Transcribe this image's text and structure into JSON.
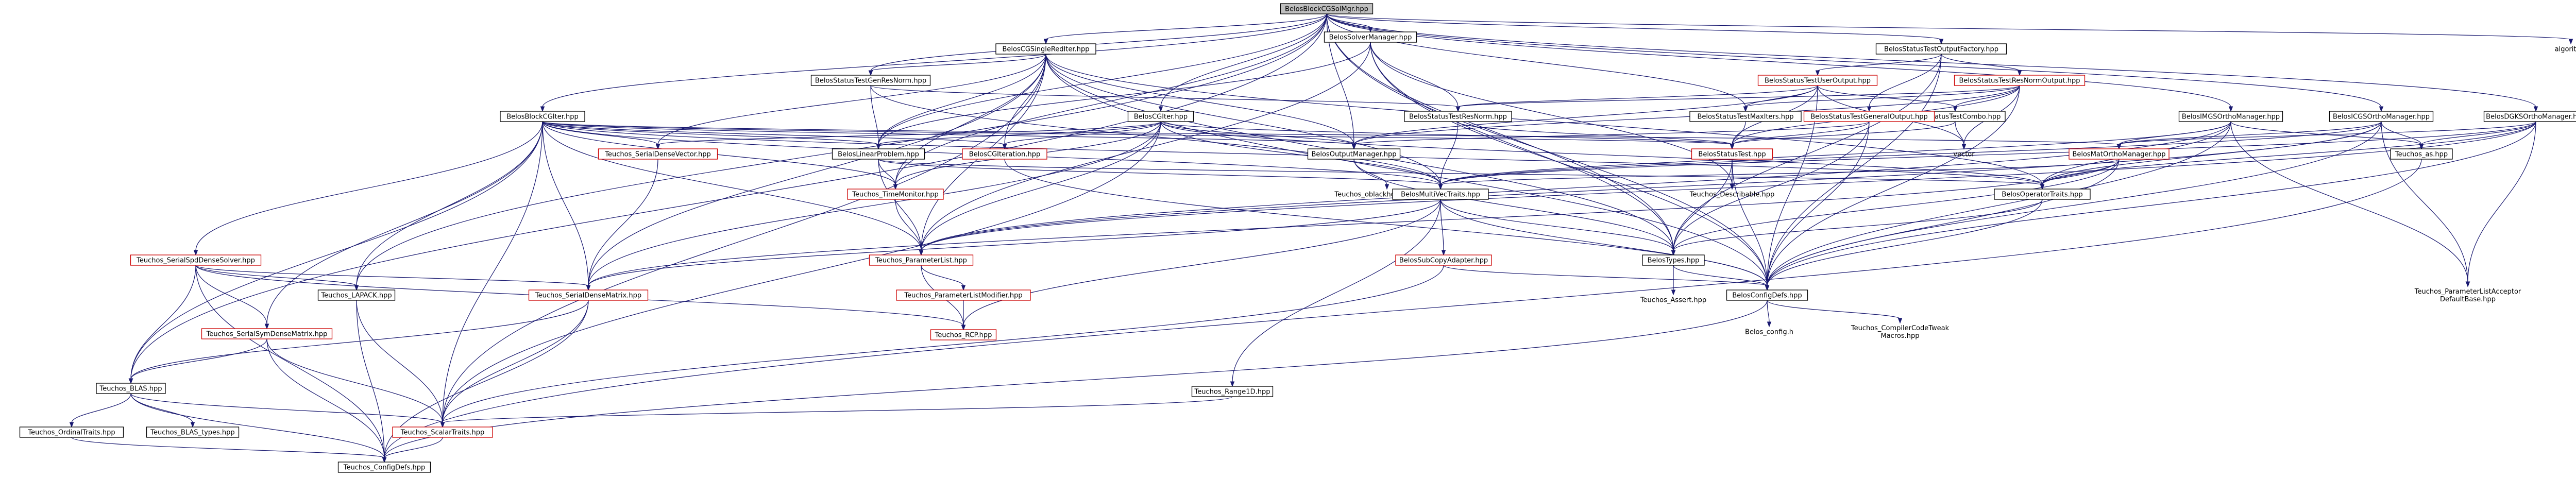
{
  "graph": {
    "nodes": [
      {
        "id": "root",
        "label": [
          "BelosBlockCGSolMgr.hpp"
        ],
        "style": "gray",
        "link": false
      },
      {
        "id": "cgsingle",
        "label": [
          "BelosCGSingleRedIter.hpp"
        ],
        "style": "black",
        "link": true
      },
      {
        "id": "solvermanager",
        "label": [
          "BelosSolverManager.hpp"
        ],
        "style": "black",
        "link": true
      },
      {
        "id": "outfactory",
        "label": [
          "BelosStatusTestOutputFactory.hpp"
        ],
        "style": "black",
        "link": true
      },
      {
        "id": "algorithm",
        "label": [
          "algorithm"
        ],
        "style": "plain",
        "link": false
      },
      {
        "id": "blockcg",
        "label": [
          "BelosBlockCGIter.hpp"
        ],
        "style": "black",
        "link": true
      },
      {
        "id": "genresnorm",
        "label": [
          "BelosStatusTestGenResNorm.hpp"
        ],
        "style": "black",
        "link": true
      },
      {
        "id": "cgiter",
        "label": [
          "BelosCGIter.hpp"
        ],
        "style": "black",
        "link": true
      },
      {
        "id": "resnorm",
        "label": [
          "BelosStatusTestResNorm.hpp"
        ],
        "style": "black",
        "link": true
      },
      {
        "id": "useroutput",
        "label": [
          "BelosStatusTestUserOutput.hpp"
        ],
        "style": "red",
        "link": true
      },
      {
        "id": "resnormoutput",
        "label": [
          "BelosStatusTestResNormOutput.hpp"
        ],
        "style": "red",
        "link": true
      },
      {
        "id": "maxiters",
        "label": [
          "BelosStatusTestMaxIters.hpp"
        ],
        "style": "black",
        "link": true
      },
      {
        "id": "combo",
        "label": [
          "BelosStatusTestCombo.hpp"
        ],
        "style": "black",
        "link": true
      },
      {
        "id": "genoutput",
        "label": [
          "BelosStatusTestGeneralOutput.hpp"
        ],
        "style": "red",
        "link": true
      },
      {
        "id": "vector",
        "label": [
          "vector"
        ],
        "style": "plain",
        "link": false
      },
      {
        "id": "imgs",
        "label": [
          "BelosIMGSOrthoManager.hpp"
        ],
        "style": "black",
        "link": true
      },
      {
        "id": "icgs",
        "label": [
          "BelosICGSOrthoManager.hpp"
        ],
        "style": "black",
        "link": true
      },
      {
        "id": "dgks",
        "label": [
          "BelosDGKSOrthoManager.hpp"
        ],
        "style": "black",
        "link": true
      },
      {
        "id": "serialdensevec",
        "label": [
          "Teuchos_SerialDenseVector.hpp"
        ],
        "style": "red",
        "link": true
      },
      {
        "id": "linearproblem",
        "label": [
          "BelosLinearProblem.hpp"
        ],
        "style": "black",
        "link": true
      },
      {
        "id": "cgiteration",
        "label": [
          "BelosCGIteration.hpp"
        ],
        "style": "red",
        "link": true
      },
      {
        "id": "outputmanager",
        "label": [
          "BelosOutputManager.hpp"
        ],
        "style": "black",
        "link": true
      },
      {
        "id": "statustest",
        "label": [
          "BelosStatusTest.hpp"
        ],
        "style": "red",
        "link": true
      },
      {
        "id": "matortho",
        "label": [
          "BelosMatOrthoManager.hpp"
        ],
        "style": "red",
        "link": true
      },
      {
        "id": "asstring",
        "label": [
          "Teuchos_as.hpp"
        ],
        "style": "black",
        "link": true
      },
      {
        "id": "timemonitor",
        "label": [
          "Teuchos_TimeMonitor.hpp"
        ],
        "style": "red",
        "link": true
      },
      {
        "id": "oblackholestream",
        "label": [
          "Teuchos_oblackholestream.hpp"
        ],
        "style": "plain",
        "link": false
      },
      {
        "id": "describable",
        "label": [
          "Teuchos_Describable.hpp"
        ],
        "style": "plain",
        "link": false
      },
      {
        "id": "multivectraits",
        "label": [
          "BelosMultiVecTraits.hpp"
        ],
        "style": "black",
        "link": true
      },
      {
        "id": "operatortraits",
        "label": [
          "BelosOperatorTraits.hpp"
        ],
        "style": "black",
        "link": true
      },
      {
        "id": "serialspd",
        "label": [
          "Teuchos_SerialSpdDenseSolver.hpp"
        ],
        "style": "red",
        "link": true
      },
      {
        "id": "paramlist",
        "label": [
          "Teuchos_ParameterList.hpp"
        ],
        "style": "red",
        "link": true
      },
      {
        "id": "subcopy",
        "label": [
          "BelosSubCopyAdapter.hpp"
        ],
        "style": "red",
        "link": true
      },
      {
        "id": "belostypes",
        "label": [
          "BelosTypes.hpp"
        ],
        "style": "black",
        "link": true
      },
      {
        "id": "serialdensemat",
        "label": [
          "Teuchos_SerialDenseMatrix.hpp"
        ],
        "style": "red",
        "link": true
      },
      {
        "id": "lapack",
        "label": [
          "Teuchos_LAPACK.hpp"
        ],
        "style": "black",
        "link": true
      },
      {
        "id": "paramlistmodifier",
        "label": [
          "Teuchos_ParameterListModifier.hpp"
        ],
        "style": "red",
        "link": true
      },
      {
        "id": "configdefs",
        "label": [
          "BelosConfigDefs.hpp"
        ],
        "style": "black",
        "link": true
      },
      {
        "id": "assert",
        "label": [
          "Teuchos_Assert.hpp"
        ],
        "style": "plain",
        "link": false
      },
      {
        "id": "acceptor",
        "label": [
          "Teuchos_ParameterListAcceptor",
          "DefaultBase.hpp"
        ],
        "style": "plain",
        "link": false
      },
      {
        "id": "serialsym",
        "label": [
          "Teuchos_SerialSymDenseMatrix.hpp"
        ],
        "style": "red",
        "link": true
      },
      {
        "id": "rcp",
        "label": [
          "Teuchos_RCP.hpp"
        ],
        "style": "red",
        "link": true
      },
      {
        "id": "rangeid",
        "label": [
          "Teuchos_Range1D.hpp"
        ],
        "style": "black",
        "link": true
      },
      {
        "id": "belosconfig",
        "label": [
          "Belos_config.h"
        ],
        "style": "plain",
        "link": false
      },
      {
        "id": "tweakmacros",
        "label": [
          "Teuchos_CompilerCodeTweak",
          "Macros.hpp"
        ],
        "style": "plain",
        "link": false
      },
      {
        "id": "blas",
        "label": [
          "Teuchos_BLAS.hpp"
        ],
        "style": "black",
        "link": true
      },
      {
        "id": "scalartraits",
        "label": [
          "Teuchos_ScalarTraits.hpp"
        ],
        "style": "red",
        "link": true
      },
      {
        "id": "ordinaltraits",
        "label": [
          "Teuchos_OrdinalTraits.hpp"
        ],
        "style": "black",
        "link": true
      },
      {
        "id": "blastypes",
        "label": [
          "Teuchos_BLAS_types.hpp"
        ],
        "style": "black",
        "link": true
      },
      {
        "id": "teuchosconfig",
        "label": [
          "Teuchos_ConfigDefs.hpp"
        ],
        "style": "black",
        "link": true
      }
    ],
    "edges": [
      [
        "root",
        "cgsingle"
      ],
      [
        "root",
        "solvermanager"
      ],
      [
        "root",
        "outfactory"
      ],
      [
        "root",
        "algorithm"
      ],
      [
        "root",
        "blockcg"
      ],
      [
        "root",
        "cgiter"
      ],
      [
        "root",
        "imgs"
      ],
      [
        "root",
        "icgs"
      ],
      [
        "root",
        "dgks"
      ],
      [
        "root",
        "genresnorm"
      ],
      [
        "root",
        "maxiters"
      ],
      [
        "root",
        "outputmanager"
      ],
      [
        "root",
        "belostypes"
      ],
      [
        "root",
        "configdefs"
      ],
      [
        "root",
        "lapack"
      ],
      [
        "root",
        "blas"
      ],
      [
        "root",
        "linearproblem"
      ],
      [
        "root",
        "timemonitor"
      ],
      [
        "cgsingle",
        "genresnorm"
      ],
      [
        "cgsingle",
        "linearproblem"
      ],
      [
        "cgsingle",
        "cgiteration"
      ],
      [
        "cgsingle",
        "outputmanager"
      ],
      [
        "cgsingle",
        "serialdensevec"
      ],
      [
        "cgsingle",
        "serialdensemat"
      ],
      [
        "cgsingle",
        "paramlist"
      ],
      [
        "cgsingle",
        "operatortraits"
      ],
      [
        "cgsingle",
        "multivectraits"
      ],
      [
        "cgsingle",
        "configdefs"
      ],
      [
        "cgsingle",
        "belostypes"
      ],
      [
        "cgsingle",
        "timemonitor"
      ],
      [
        "cgsingle",
        "scalartraits"
      ],
      [
        "solvermanager",
        "resnorm"
      ],
      [
        "solvermanager",
        "linearproblem"
      ],
      [
        "solvermanager",
        "belostypes"
      ],
      [
        "solvermanager",
        "configdefs"
      ],
      [
        "solvermanager",
        "paramlist"
      ],
      [
        "solvermanager",
        "describable"
      ],
      [
        "outfactory",
        "useroutput"
      ],
      [
        "outfactory",
        "resnormoutput"
      ],
      [
        "outfactory",
        "genoutput"
      ],
      [
        "outfactory",
        "belostypes"
      ],
      [
        "outfactory",
        "configdefs"
      ],
      [
        "useroutput",
        "maxiters"
      ],
      [
        "useroutput",
        "combo"
      ],
      [
        "useroutput",
        "resnorm"
      ],
      [
        "useroutput",
        "statustest"
      ],
      [
        "useroutput",
        "outputmanager"
      ],
      [
        "useroutput",
        "vector"
      ],
      [
        "useroutput",
        "configdefs"
      ],
      [
        "resnormoutput",
        "maxiters"
      ],
      [
        "resnormoutput",
        "combo"
      ],
      [
        "resnormoutput",
        "resnorm"
      ],
      [
        "resnormoutput",
        "statustest"
      ],
      [
        "resnormoutput",
        "vector"
      ],
      [
        "resnormoutput",
        "configdefs"
      ],
      [
        "resnormoutput",
        "outputmanager"
      ],
      [
        "genoutput",
        "statustest"
      ],
      [
        "genoutput",
        "outputmanager"
      ],
      [
        "genoutput",
        "belostypes"
      ],
      [
        "genoutput",
        "configdefs"
      ],
      [
        "maxiters",
        "statustest"
      ],
      [
        "combo",
        "statustest"
      ],
      [
        "combo",
        "vector"
      ],
      [
        "resnorm",
        "statustest"
      ],
      [
        "resnorm",
        "multivectraits"
      ],
      [
        "genresnorm",
        "resnorm"
      ],
      [
        "genresnorm",
        "linearproblem"
      ],
      [
        "genresnorm",
        "multivectraits"
      ],
      [
        "blockcg",
        "linearproblem"
      ],
      [
        "blockcg",
        "cgiteration"
      ],
      [
        "blockcg",
        "outputmanager"
      ],
      [
        "blockcg",
        "statustest"
      ],
      [
        "blockcg",
        "operatortraits"
      ],
      [
        "blockcg",
        "multivectraits"
      ],
      [
        "blockcg",
        "matortho"
      ],
      [
        "blockcg",
        "serialspd"
      ],
      [
        "blockcg",
        "serialdensemat"
      ],
      [
        "blockcg",
        "serialdensevec"
      ],
      [
        "blockcg",
        "serialsym"
      ],
      [
        "blockcg",
        "lapack"
      ],
      [
        "blockcg",
        "blas"
      ],
      [
        "blockcg",
        "timemonitor"
      ],
      [
        "blockcg",
        "scalartraits"
      ],
      [
        "blockcg",
        "paramlist"
      ],
      [
        "cgiter",
        "linearproblem"
      ],
      [
        "cgiter",
        "cgiteration"
      ],
      [
        "cgiter",
        "outputmanager"
      ],
      [
        "cgiter",
        "statustest"
      ],
      [
        "cgiter",
        "operatortraits"
      ],
      [
        "cgiter",
        "multivectraits"
      ],
      [
        "cgiter",
        "serialdensemat"
      ],
      [
        "cgiter",
        "serialdensevec"
      ],
      [
        "cgiter",
        "timemonitor"
      ],
      [
        "cgiter",
        "scalartraits"
      ],
      [
        "cgiter",
        "paramlist"
      ],
      [
        "imgs",
        "matortho"
      ],
      [
        "imgs",
        "multivectraits"
      ],
      [
        "imgs",
        "operatortraits"
      ],
      [
        "imgs",
        "configdefs"
      ],
      [
        "imgs",
        "paramlist"
      ],
      [
        "imgs",
        "acceptor"
      ],
      [
        "imgs",
        "asstring"
      ],
      [
        "icgs",
        "matortho"
      ],
      [
        "icgs",
        "multivectraits"
      ],
      [
        "icgs",
        "operatortraits"
      ],
      [
        "icgs",
        "configdefs"
      ],
      [
        "icgs",
        "paramlist"
      ],
      [
        "icgs",
        "acceptor"
      ],
      [
        "icgs",
        "asstring"
      ],
      [
        "dgks",
        "matortho"
      ],
      [
        "dgks",
        "multivectraits"
      ],
      [
        "dgks",
        "operatortraits"
      ],
      [
        "dgks",
        "configdefs"
      ],
      [
        "dgks",
        "paramlist"
      ],
      [
        "dgks",
        "acceptor"
      ],
      [
        "dgks",
        "asstring"
      ],
      [
        "serialdensevec",
        "serialdensemat"
      ],
      [
        "linearproblem",
        "multivectraits"
      ],
      [
        "linearproblem",
        "operatortraits"
      ],
      [
        "linearproblem",
        "timemonitor"
      ],
      [
        "linearproblem",
        "paramlist"
      ],
      [
        "cgiteration",
        "configdefs"
      ],
      [
        "outputmanager",
        "belostypes"
      ],
      [
        "outputmanager",
        "oblackholestream"
      ],
      [
        "statustest",
        "belostypes"
      ],
      [
        "statustest",
        "describable"
      ],
      [
        "statustest",
        "configdefs"
      ],
      [
        "matortho",
        "operatortraits"
      ],
      [
        "matortho",
        "belostypes"
      ],
      [
        "matortho",
        "configdefs"
      ],
      [
        "matortho",
        "serialdensemat"
      ],
      [
        "matortho",
        "multivectraits"
      ],
      [
        "asstring",
        "teuchosconfig"
      ],
      [
        "timemonitor",
        "paramlist"
      ],
      [
        "multivectraits",
        "belostypes"
      ],
      [
        "multivectraits",
        "subcopy"
      ],
      [
        "multivectraits",
        "configdefs"
      ],
      [
        "multivectraits",
        "serialdensemat"
      ],
      [
        "multivectraits",
        "rangeid"
      ],
      [
        "multivectraits",
        "rcp"
      ],
      [
        "operatortraits",
        "belostypes"
      ],
      [
        "operatortraits",
        "configdefs"
      ],
      [
        "serialspd",
        "serialdensemat"
      ],
      [
        "serialspd",
        "serialsym"
      ],
      [
        "serialspd",
        "lapack"
      ],
      [
        "serialspd",
        "blas"
      ],
      [
        "serialspd",
        "rcp"
      ],
      [
        "serialspd",
        "teuchosconfig"
      ],
      [
        "paramlist",
        "paramlistmodifier"
      ],
      [
        "paramlist",
        "rcp"
      ],
      [
        "subcopy",
        "configdefs"
      ],
      [
        "subcopy",
        "scalartraits"
      ],
      [
        "belostypes",
        "configdefs"
      ],
      [
        "belostypes",
        "assert"
      ],
      [
        "serialdensemat",
        "blas"
      ],
      [
        "serialdensemat",
        "scalartraits"
      ],
      [
        "serialdensemat",
        "teuchosconfig"
      ],
      [
        "serialsym",
        "blas"
      ],
      [
        "serialsym",
        "scalartraits"
      ],
      [
        "serialsym",
        "teuchosconfig"
      ],
      [
        "lapack",
        "scalartraits"
      ],
      [
        "lapack",
        "teuchosconfig"
      ],
      [
        "paramlistmodifier",
        "rcp"
      ],
      [
        "configdefs",
        "belosconfig"
      ],
      [
        "configdefs",
        "tweakmacros"
      ],
      [
        "configdefs",
        "teuchosconfig"
      ],
      [
        "rangeid",
        "scalartraits"
      ],
      [
        "blas",
        "ordinaltraits"
      ],
      [
        "blas",
        "blastypes"
      ],
      [
        "blas",
        "scalartraits"
      ],
      [
        "blas",
        "teuchosconfig"
      ],
      [
        "ordinaltraits",
        "teuchosconfig"
      ],
      [
        "scalartraits",
        "teuchosconfig"
      ]
    ]
  }
}
